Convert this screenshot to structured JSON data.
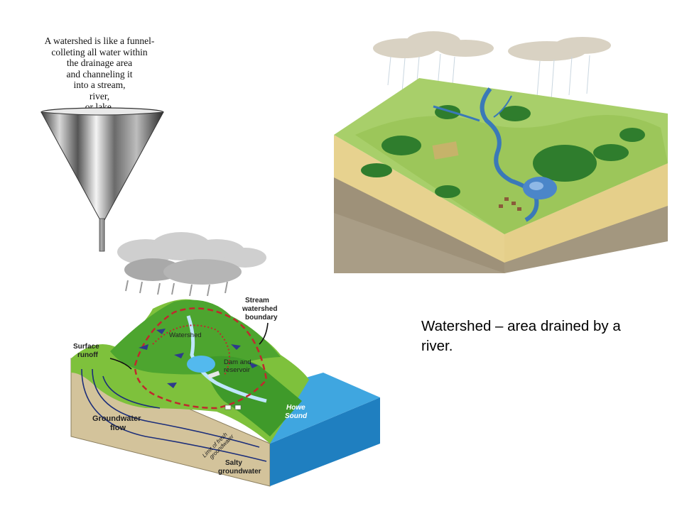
{
  "funnel_caption": {
    "lines": [
      "A watershed is like a funnel-",
      "colleting all water within",
      "the drainage area",
      "and channeling it",
      "into a stream,",
      "river,",
      "or lake."
    ]
  },
  "diagram_labels": {
    "stream_boundary": [
      "Stream",
      "watershed",
      "boundary"
    ],
    "watershed": "Watershed",
    "surface_runoff": [
      "Surface",
      "runoff"
    ],
    "dam": [
      "Dam and",
      "reservoir"
    ],
    "howe_sound": [
      "Howe",
      "Sound"
    ],
    "groundwater_flow": [
      "Groundwater",
      "flow"
    ],
    "limit": [
      "Limit of fresh",
      "groundwater"
    ],
    "salty": [
      "Salty",
      "groundwater"
    ]
  },
  "slide_caption": "Watershed – area drained by a river.",
  "colors": {
    "grass": "#8cc63f",
    "dark_grass": "#2f8a2a",
    "soil": "#d9c79a",
    "water": "#2a9fd6",
    "boundary": "#c0282d",
    "arrows": "#2e3a8c"
  }
}
